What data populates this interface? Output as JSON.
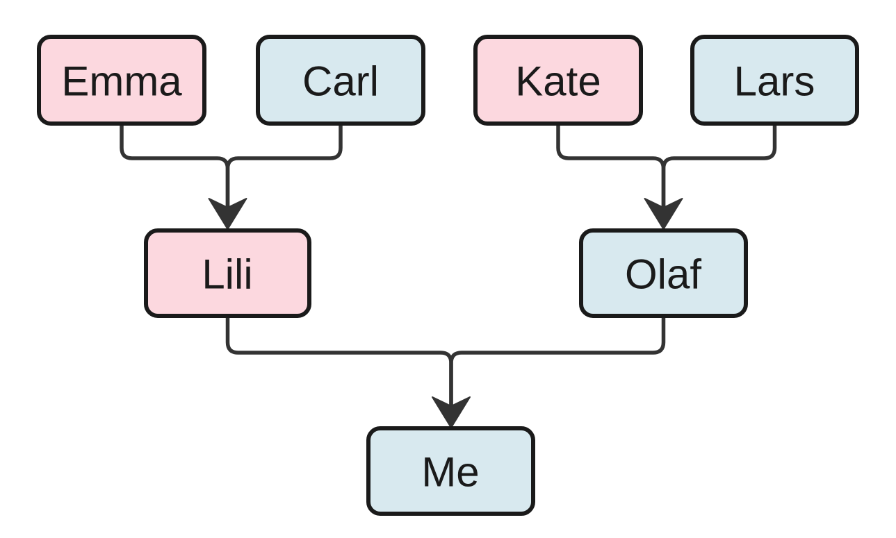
{
  "diagram": {
    "type": "family-tree-flowchart",
    "background_color": "#ffffff",
    "node_border_color": "#1a1a1a",
    "edge_color": "#333333",
    "text_color": "#1a1a1a",
    "female_fill_color": "#fcd8df",
    "male_fill_color": "#d8e9ef",
    "nodes": {
      "emma": {
        "label": "Emma",
        "fill": "#fcd8df"
      },
      "carl": {
        "label": "Carl",
        "fill": "#d8e9ef"
      },
      "kate": {
        "label": "Kate",
        "fill": "#fcd8df"
      },
      "lars": {
        "label": "Lars",
        "fill": "#d8e9ef"
      },
      "lili": {
        "label": "Lili",
        "fill": "#fcd8df"
      },
      "olaf": {
        "label": "Olaf",
        "fill": "#d8e9ef"
      },
      "me": {
        "label": "Me",
        "fill": "#d8e9ef"
      }
    },
    "edges": [
      {
        "from": "Emma",
        "to": "Lili"
      },
      {
        "from": "Carl",
        "to": "Lili"
      },
      {
        "from": "Kate",
        "to": "Olaf"
      },
      {
        "from": "Lars",
        "to": "Olaf"
      },
      {
        "from": "Lili",
        "to": "Me"
      },
      {
        "from": "Olaf",
        "to": "Me"
      }
    ]
  }
}
